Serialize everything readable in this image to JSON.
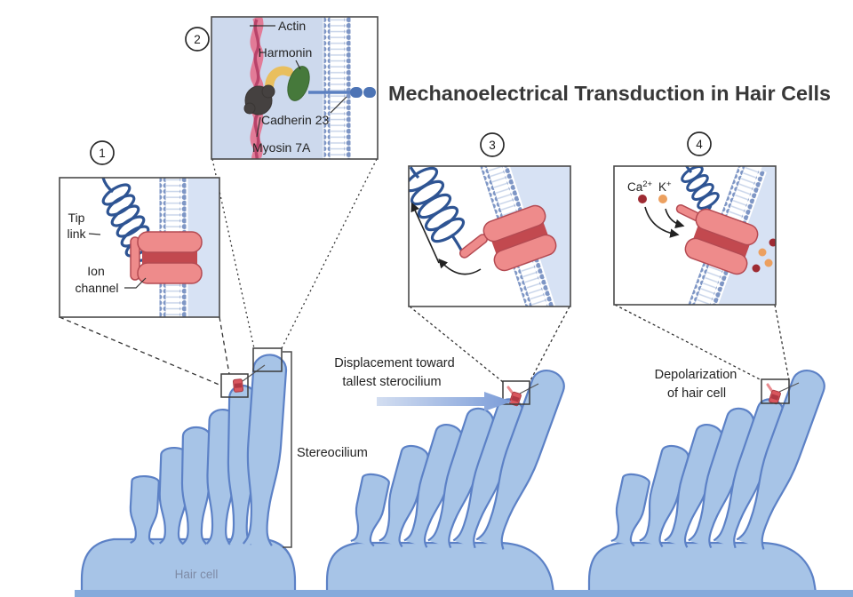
{
  "title": "Mechanoelectrical Transduction in Hair Cells",
  "panels": {
    "p1": {
      "number": "1",
      "labels": {
        "tip_link": [
          "Tip",
          "link"
        ],
        "ion_channel": [
          "Ion",
          "channel"
        ]
      }
    },
    "p2": {
      "number": "2",
      "labels": {
        "actin": "Actin",
        "harmonin": "Harmonin",
        "cadherin": "Cadherin 23",
        "myosin": "Myosin 7A"
      }
    },
    "p3": {
      "number": "3"
    },
    "p4": {
      "number": "4",
      "labels": {
        "ca_base": "Ca",
        "ca_sup": "2+",
        "k_base": "K",
        "k_sup": "+"
      }
    }
  },
  "annotations": {
    "displacement": [
      "Displacement toward",
      "tallest sterocilium"
    ],
    "stereocilium": "Stereocilium",
    "hair_cell": "Hair cell",
    "depolarization": [
      "Depolarization",
      "of hair cell"
    ]
  },
  "colors": {
    "hair_cell_fill": "#a7c4e7",
    "hair_cell_outline": "#5c81c6",
    "membrane_bead": "#7e96c5",
    "panel_inner_blue": "#d7e2f4",
    "panel2_bg": "#cdd9ed",
    "channel_salmon": "#ee8b8b",
    "channel_dark_red": "#c2494f",
    "tip_link_blue": "#2e5493",
    "actin_pink": "#e27b97",
    "harmonin_yellow": "#e9bf5e",
    "harmonin_green": "#46793b",
    "myosin_gray": "#454140",
    "cadherin_blue": "#4d74b5",
    "ca_ion": "#9e2b33",
    "k_ion": "#eca05f",
    "arrow_blue": "#7b9cd8",
    "title_color": "#383838"
  }
}
